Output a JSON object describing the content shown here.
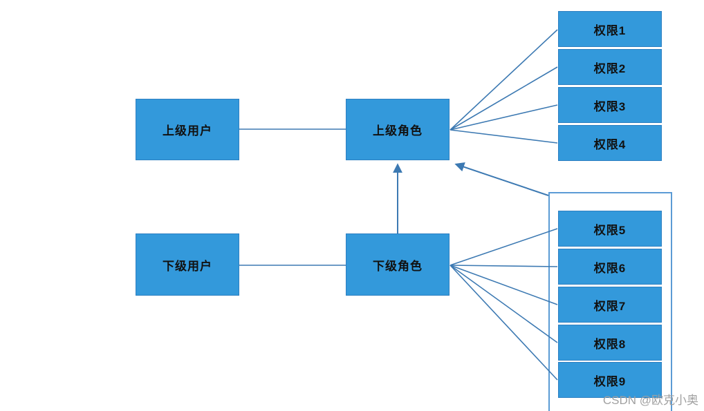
{
  "diagram": {
    "title": "role-permission-hierarchy",
    "nodes": {
      "superior_user": "上级用户",
      "superior_role": "上级角色",
      "subordinate_user": "下级用户",
      "subordinate_role": "下级角色"
    },
    "permissions_top": [
      "权限1",
      "权限2",
      "权限3",
      "权限4"
    ],
    "permissions_bottom": [
      "权限5",
      "权限6",
      "权限7",
      "权限8",
      "权限9"
    ],
    "connections": [
      {
        "from": "superior_user",
        "to": "superior_role",
        "type": "line"
      },
      {
        "from": "subordinate_user",
        "to": "subordinate_role",
        "type": "line"
      },
      {
        "from": "subordinate_role",
        "to": "superior_role",
        "type": "arrow"
      },
      {
        "from": "permission_group_5_9",
        "to": "superior_role",
        "type": "arrow"
      },
      {
        "from": "superior_role",
        "to": "permissions_top",
        "type": "fan"
      },
      {
        "from": "subordinate_role",
        "to": "permissions_bottom",
        "type": "fan"
      }
    ],
    "colors": {
      "node_fill": "#3399db",
      "node_border": "#2d7fc1",
      "group_border": "#5b9bd5",
      "connector": "#3c79b2",
      "background": "#ffffff",
      "watermark_color": "#a0a0a0"
    },
    "watermark": "CSDN @欧克小奥"
  }
}
